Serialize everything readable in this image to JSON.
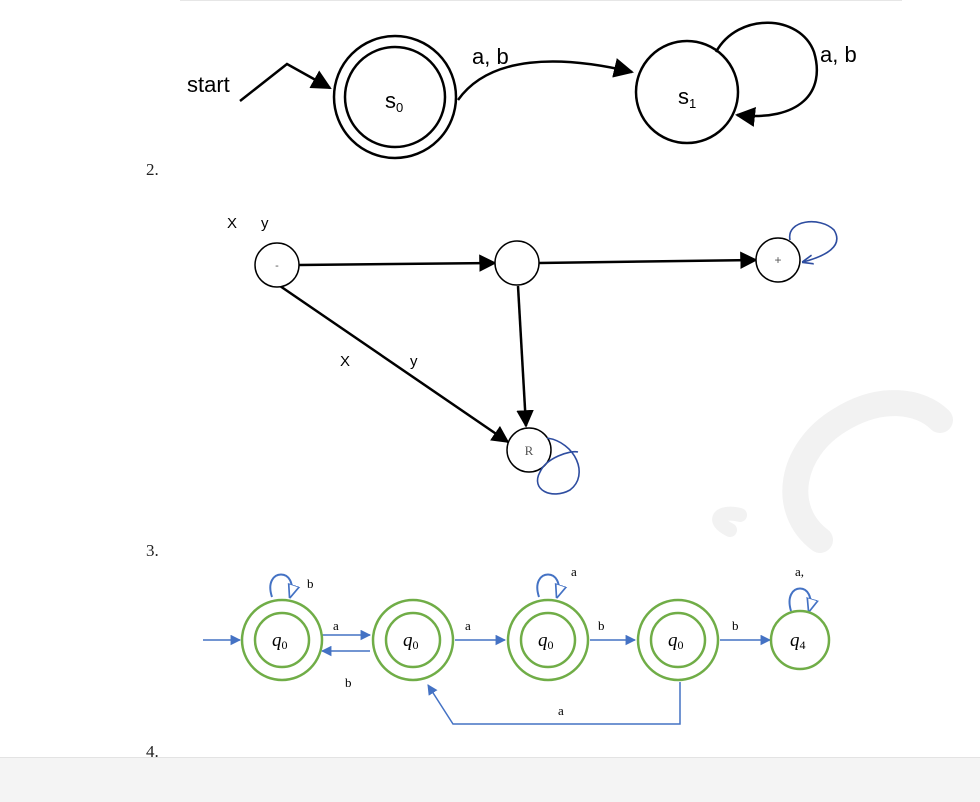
{
  "diagram1": {
    "start_label": "start",
    "state0": {
      "name": "s",
      "sub": "0",
      "accepting": true
    },
    "state1": {
      "name": "s",
      "sub": "1",
      "accepting": false
    },
    "edge_label": "a, b",
    "self_loop_label": "a, b"
  },
  "item_numbers": [
    "2.",
    "3.",
    "4."
  ],
  "diagram2": {
    "label_x_top": "X",
    "label_y_top": "y",
    "start_node": "-",
    "final_node": "+",
    "reject_node": "R",
    "label_x_diag": "X",
    "label_y_diag": "y"
  },
  "diagram3": {
    "states": [
      {
        "name": "q",
        "sub": "0"
      },
      {
        "name": "q",
        "sub": "0"
      },
      {
        "name": "q",
        "sub": "0"
      },
      {
        "name": "q",
        "sub": "0"
      },
      {
        "name": "q",
        "sub": "4"
      }
    ],
    "edges": [
      {
        "from": 0,
        "to": 0,
        "label": "b"
      },
      {
        "from": 0,
        "to": 1,
        "label": "a"
      },
      {
        "from": 1,
        "to": 0,
        "label": "b"
      },
      {
        "from": 1,
        "to": 2,
        "label": "a"
      },
      {
        "from": 2,
        "to": 2,
        "label": "a"
      },
      {
        "from": 2,
        "to": 3,
        "label": "b"
      },
      {
        "from": 3,
        "to": 4,
        "label": "b"
      },
      {
        "from": 4,
        "to": 4,
        "label": "a,"
      },
      {
        "from": 3,
        "to": 1,
        "label": "a"
      }
    ],
    "colors": {
      "state": "#70ad47",
      "arrow": "#4472c4"
    }
  }
}
